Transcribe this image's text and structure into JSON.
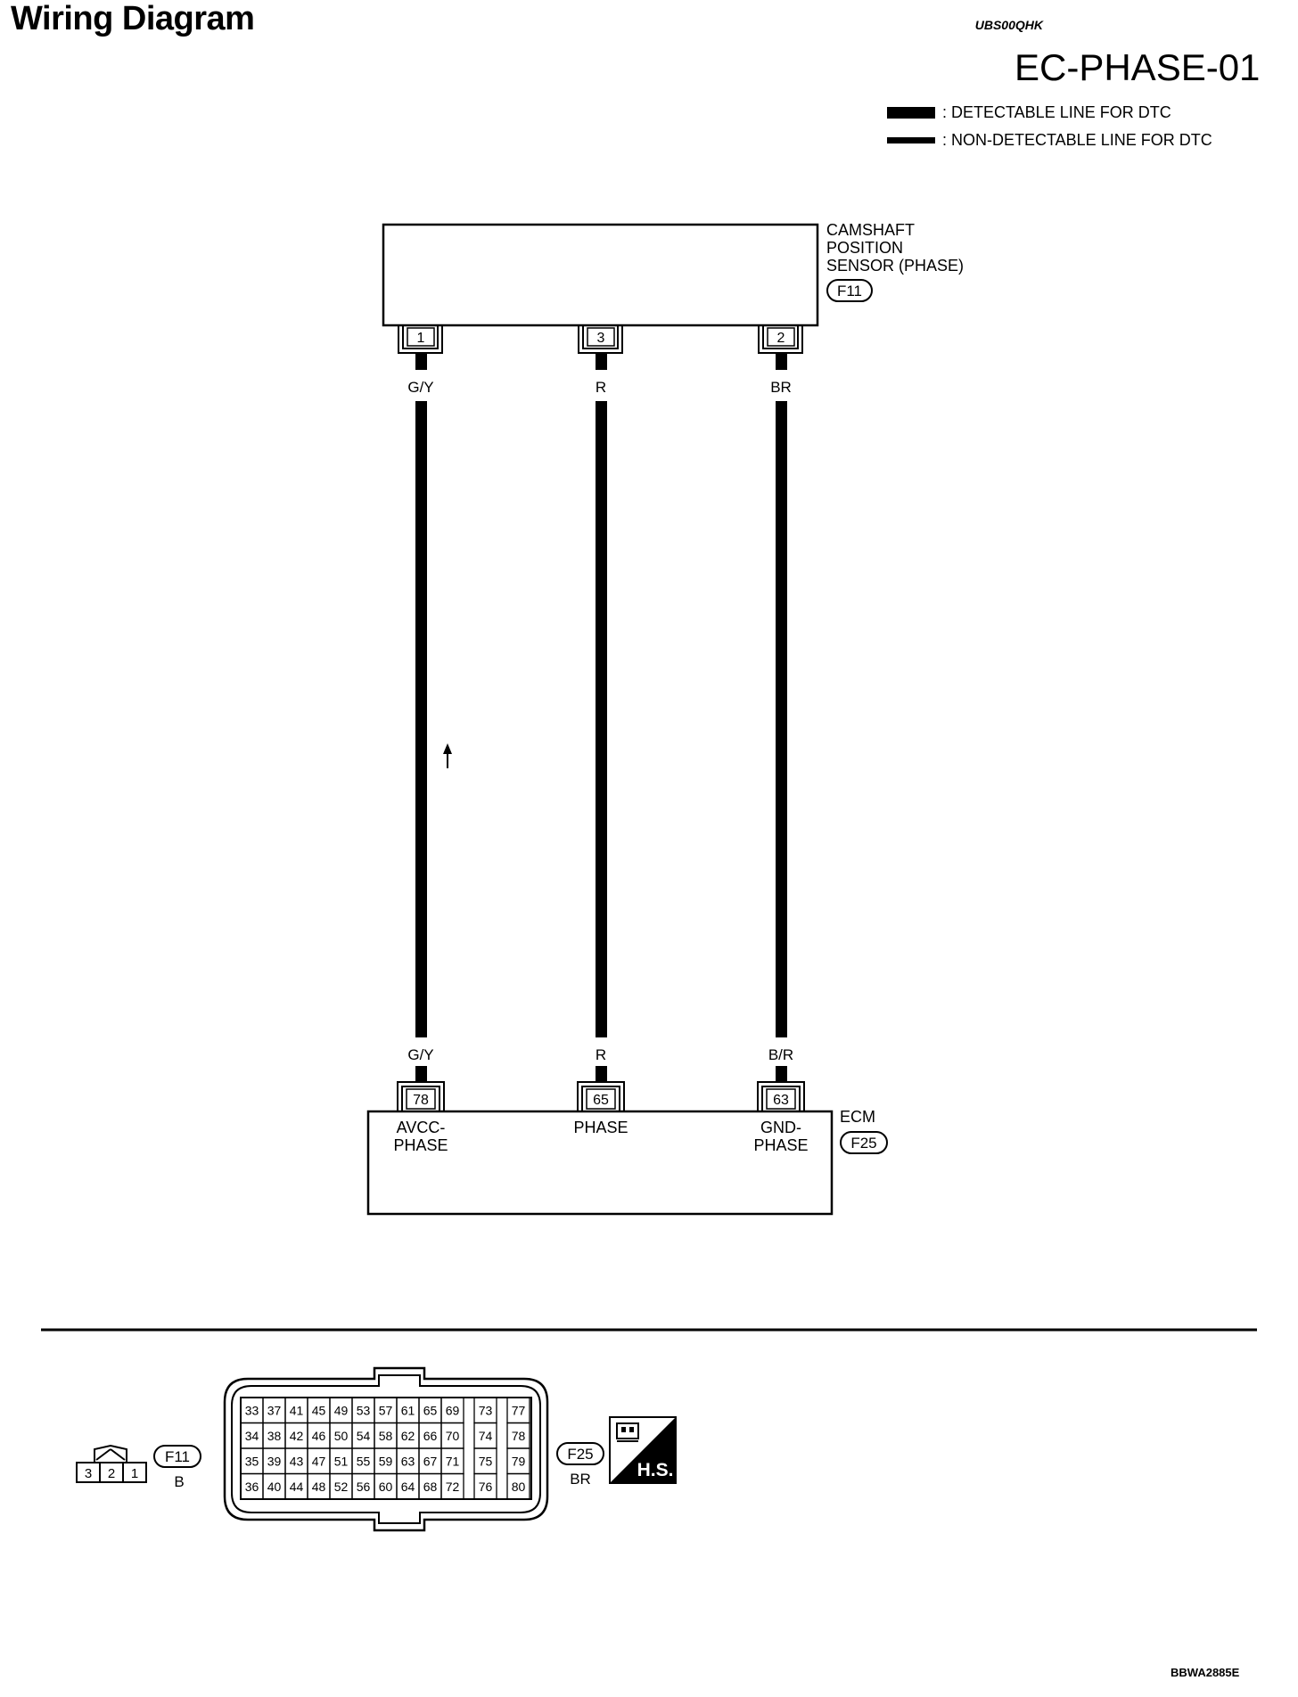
{
  "page": {
    "title": "Wiring Diagram",
    "doc_code": "UBS00QHK",
    "section": "EC-PHASE-01",
    "ref_code": "BBWA2885E"
  },
  "legend": {
    "detectable": ": DETECTABLE LINE FOR DTC",
    "non_detectable": ": NON-DETECTABLE LINE FOR DTC"
  },
  "sensor": {
    "name_lines": [
      "CAMSHAFT",
      "POSITION",
      "SENSOR (PHASE)"
    ],
    "connector": "F11",
    "terminals": [
      "1",
      "3",
      "2"
    ]
  },
  "wires": {
    "top_colors": [
      "G/Y",
      "R",
      "BR"
    ],
    "bottom_colors": [
      "G/Y",
      "R",
      "B/R"
    ],
    "line_type": "detectable"
  },
  "ecm": {
    "name": "ECM",
    "connector": "F25",
    "terminals": [
      "78",
      "65",
      "63"
    ],
    "functions": [
      [
        "AVCC-",
        "PHASE"
      ],
      [
        "PHASE"
      ],
      [
        "GND-",
        "PHASE"
      ]
    ]
  },
  "connectors_view": {
    "f11": {
      "id": "F11",
      "color": "B",
      "pins": [
        "3",
        "2",
        "1"
      ]
    },
    "f25": {
      "id": "F25",
      "color": "BR",
      "pin_rows": [
        [
          "33",
          "37",
          "41",
          "45",
          "49",
          "53",
          "57",
          "61",
          "65",
          "69",
          "73",
          "77"
        ],
        [
          "34",
          "38",
          "42",
          "46",
          "50",
          "54",
          "58",
          "62",
          "66",
          "70",
          "74",
          "78"
        ],
        [
          "35",
          "39",
          "43",
          "47",
          "51",
          "55",
          "59",
          "63",
          "67",
          "71",
          "75",
          "79"
        ],
        [
          "36",
          "40",
          "44",
          "48",
          "52",
          "56",
          "60",
          "64",
          "68",
          "72",
          "76",
          "80"
        ]
      ]
    },
    "hs_badge": "H.S."
  },
  "colors": {
    "ink": "#000000",
    "paper": "#ffffff"
  }
}
